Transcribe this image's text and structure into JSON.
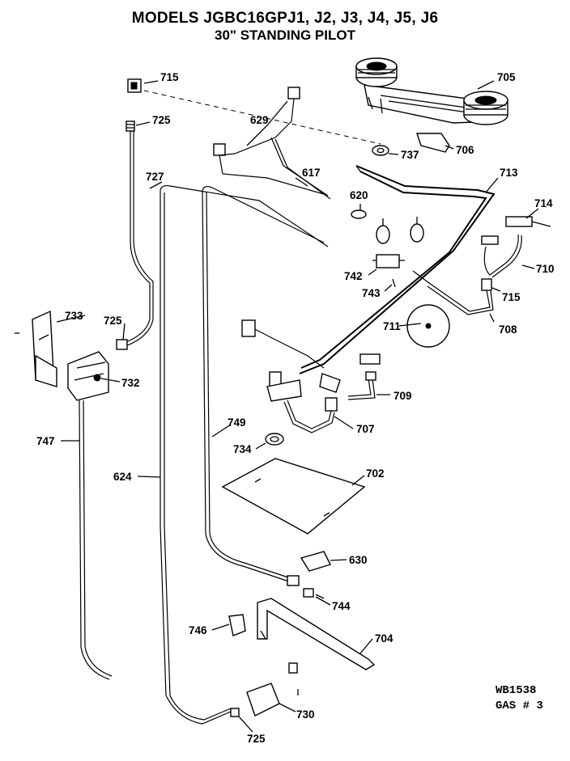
{
  "header": {
    "title": "MODELS JGBC16GPJ1, J2, J3, J4, J5, J6",
    "subtitle": "30\" STANDING PILOT"
  },
  "footer": {
    "code_line1": "WB1538",
    "code_line2": "GAS # 3"
  },
  "callouts": {
    "c715a": "715",
    "c725a": "725",
    "c629": "629",
    "c705": "705",
    "c617": "617",
    "c620": "620",
    "c737": "737",
    "c706": "706",
    "c713": "713",
    "c714": "714",
    "c727": "727",
    "c710": "710",
    "c742": "742",
    "c743": "743",
    "c715b": "715",
    "c733": "733",
    "c725b": "725",
    "c711": "711",
    "c708": "708",
    "c732": "732",
    "c709": "709",
    "c749": "749",
    "c707": "707",
    "c747": "747",
    "c734": "734",
    "c702": "702",
    "c624": "624",
    "c630": "630",
    "c744": "744",
    "c746": "746",
    "c704": "704",
    "c730": "730",
    "c725c": "725"
  }
}
